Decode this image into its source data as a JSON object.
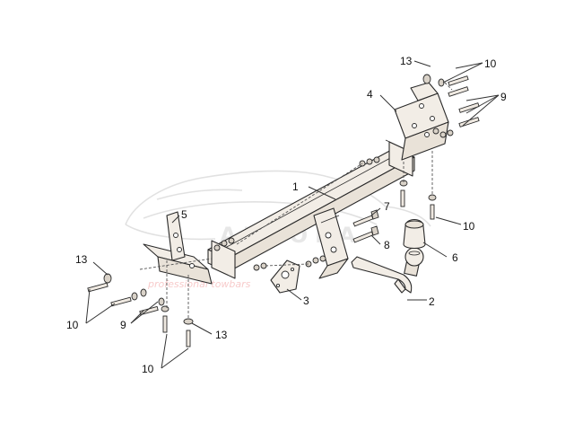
{
  "watermark": {
    "text": "AUTOKA",
    "subtext": "professional towbars"
  },
  "callouts": {
    "c1": "1",
    "c2": "2",
    "c3": "3",
    "c4": "4",
    "c5": "5",
    "c6": "6",
    "c7": "7",
    "c8": "8",
    "c9a": "9",
    "c9b": "9",
    "c10a": "10",
    "c10b": "10",
    "c10c": "10",
    "c10d": "10",
    "c13a": "13",
    "c13b": "13",
    "c13c": "13"
  }
}
